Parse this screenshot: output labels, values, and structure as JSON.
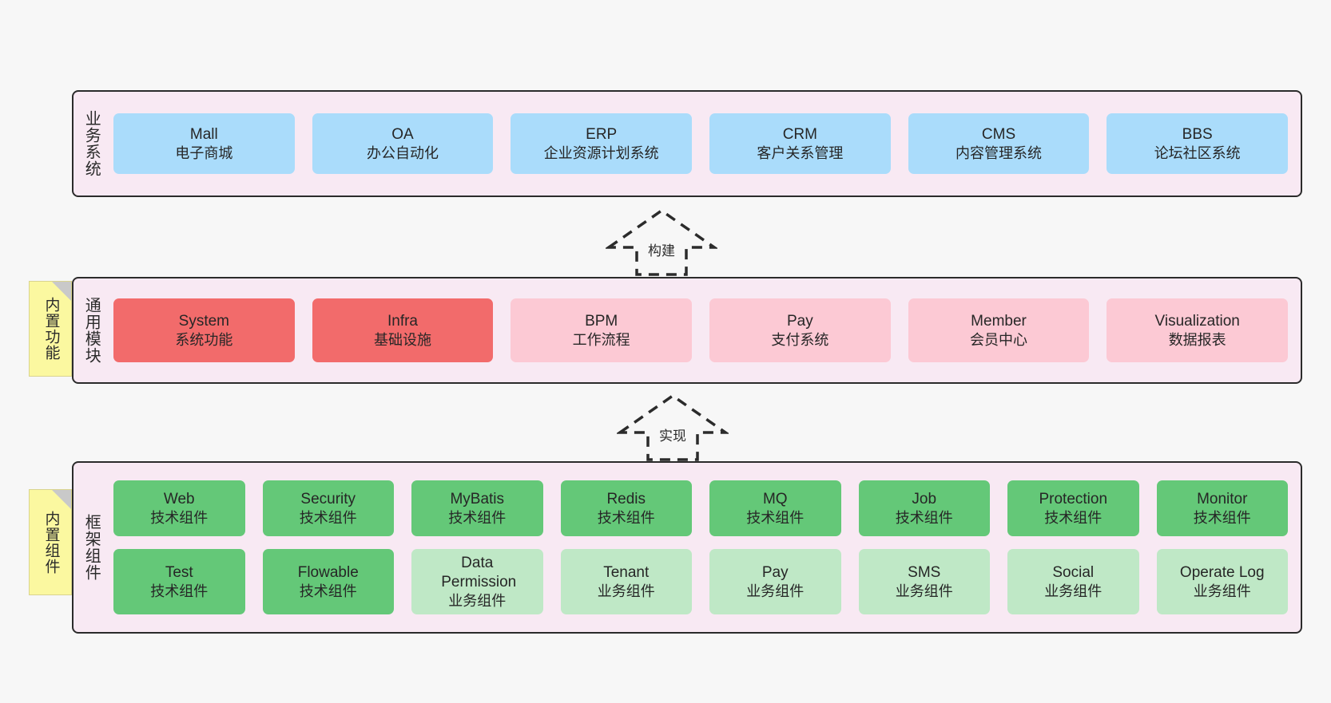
{
  "sections": [
    {
      "title": "业务系统",
      "name": "business-systems",
      "rows": [
        {
          "style": "blue",
          "cards": [
            {
              "en": "Mall",
              "cn": "电子商城"
            },
            {
              "en": "OA",
              "cn": "办公自动化"
            },
            {
              "en": "ERP",
              "cn": "企业资源计划系统"
            },
            {
              "en": "CRM",
              "cn": "客户关系管理"
            },
            {
              "en": "CMS",
              "cn": "内容管理系统"
            },
            {
              "en": "BBS",
              "cn": "论坛社区系统"
            }
          ]
        }
      ]
    },
    {
      "title": "通用模块",
      "name": "common-modules",
      "tab": "内置功能",
      "rows": [
        {
          "cards": [
            {
              "en": "System",
              "cn": "系统功能",
              "style": "red"
            },
            {
              "en": "Infra",
              "cn": "基础设施",
              "style": "red"
            },
            {
              "en": "BPM",
              "cn": "工作流程",
              "style": "pink"
            },
            {
              "en": "Pay",
              "cn": "支付系统",
              "style": "pink"
            },
            {
              "en": "Member",
              "cn": "会员中心",
              "style": "pink"
            },
            {
              "en": "Visualization",
              "cn": "数据报表",
              "style": "pink"
            }
          ]
        }
      ]
    },
    {
      "title": "框架组件",
      "name": "framework-components",
      "tab": "内置组件",
      "rows": [
        {
          "cards": [
            {
              "en": "Web",
              "cn": "技术组件",
              "style": "green"
            },
            {
              "en": "Security",
              "cn": "技术组件",
              "style": "green"
            },
            {
              "en": "MyBatis",
              "cn": "技术组件",
              "style": "green"
            },
            {
              "en": "Redis",
              "cn": "技术组件",
              "style": "green"
            },
            {
              "en": "MQ",
              "cn": "技术组件",
              "style": "green"
            },
            {
              "en": "Job",
              "cn": "技术组件",
              "style": "green"
            },
            {
              "en": "Protection",
              "cn": "技术组件",
              "style": "green"
            },
            {
              "en": "Monitor",
              "cn": "技术组件",
              "style": "green"
            }
          ]
        },
        {
          "cards": [
            {
              "en": "Test",
              "cn": "技术组件",
              "style": "green"
            },
            {
              "en": "Flowable",
              "cn": "技术组件",
              "style": "green"
            },
            {
              "en": "Data Permission",
              "cn": "业务组件",
              "style": "lgreen"
            },
            {
              "en": "Tenant",
              "cn": "业务组件",
              "style": "lgreen"
            },
            {
              "en": "Pay",
              "cn": "业务组件",
              "style": "lgreen"
            },
            {
              "en": "SMS",
              "cn": "业务组件",
              "style": "lgreen"
            },
            {
              "en": "Social",
              "cn": "业务组件",
              "style": "lgreen"
            },
            {
              "en": "Operate Log",
              "cn": "业务组件",
              "style": "lgreen"
            }
          ]
        }
      ]
    }
  ],
  "arrows": [
    {
      "label": "构建",
      "name": "build-arrow"
    },
    {
      "label": "实现",
      "name": "implement-arrow"
    }
  ],
  "colors": {
    "panel_bg": "#f8e9f3",
    "panel_border": "#2b2b2b",
    "blue": "#aadcfb",
    "red": "#f26b6b",
    "pink": "#fcc9d4",
    "green": "#64c878",
    "light_green": "#bfe8c6",
    "tab_yellow": "#fbf8a0",
    "canvas_bg": "#f7f7f7"
  }
}
